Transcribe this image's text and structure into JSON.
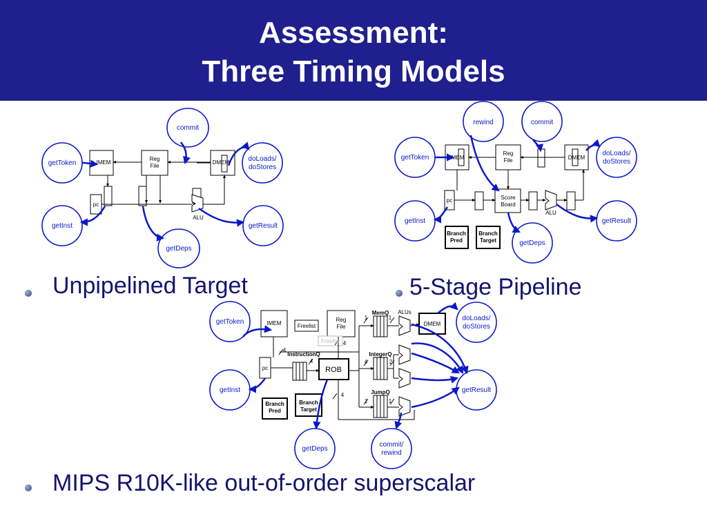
{
  "slide": {
    "title_line1": "Assessment:",
    "title_line2": "Three Timing Models",
    "colors": {
      "header_bg": "#1f1f8e",
      "bullet_text": "#14146e",
      "ellipse_stroke": "#0b18c8",
      "arrow": "#0b18c8"
    }
  },
  "bullets": [
    {
      "text": "Unpipelined Target"
    },
    {
      "text": "5-Stage Pipeline"
    },
    {
      "text": "MIPS R10K-like out-of-order superscalar"
    }
  ],
  "diagram_unpipelined": {
    "ellipses": {
      "commit": "commit",
      "getToken": "getToken",
      "doLoads1": "doLoads/",
      "doLoads2": "doStores",
      "getInst": "getInst",
      "getResult": "getResult",
      "getDeps": "getDeps"
    },
    "blocks": {
      "imem": "IMEM",
      "reg1": "Reg",
      "reg2": "File",
      "dmem": "DMEM",
      "pc": "pc",
      "alu": "ALU"
    }
  },
  "diagram_pipeline": {
    "ellipses": {
      "rewind": "rewind",
      "commit": "commit",
      "getToken": "getToken",
      "doLoads1": "doLoads/",
      "doLoads2": "doStores",
      "getInst": "getInst",
      "getResult": "getResult",
      "getDeps": "getDeps"
    },
    "blocks": {
      "imem": "IMEM",
      "reg1": "Reg",
      "reg2": "File",
      "dmem": "DMEM",
      "pc": "pc",
      "score1": "Score",
      "score2": "Board",
      "alu": "ALU",
      "bp1": "Branch",
      "bp2": "Pred",
      "bt1": "Branch",
      "bt2": "Target"
    }
  },
  "diagram_ooo": {
    "ellipses": {
      "getToken": "getToken",
      "getInst": "getInst",
      "getDeps": "getDeps",
      "commit1": "commit/",
      "commit2": "rewind",
      "doLoads1": "doLoads/",
      "doLoads2": "doStores",
      "getResult": "getResult"
    },
    "blocks": {
      "imem": "IMEM",
      "freelist": "Freelist",
      "freelist_ghost": "Freelist",
      "reg1": "Reg",
      "reg2": "File",
      "instq": "InstructionQ",
      "rob": "ROB",
      "pc": "pc",
      "bp1": "Branch",
      "bp2": "Pred",
      "bt1": "Branch",
      "bt2": "Target",
      "memq": "MemQ",
      "intq": "IntegerQ",
      "jumpq": "JumpQ",
      "alus": "ALUs",
      "dmem": "DMEM",
      "n4a": "4",
      "n4b": "4",
      "n4c": "4",
      "n4d": "4",
      "n4e": "4",
      "n1a": "1",
      "n1b": "1",
      "n1c": "1",
      "n1d": "1",
      "n2": "2"
    }
  }
}
